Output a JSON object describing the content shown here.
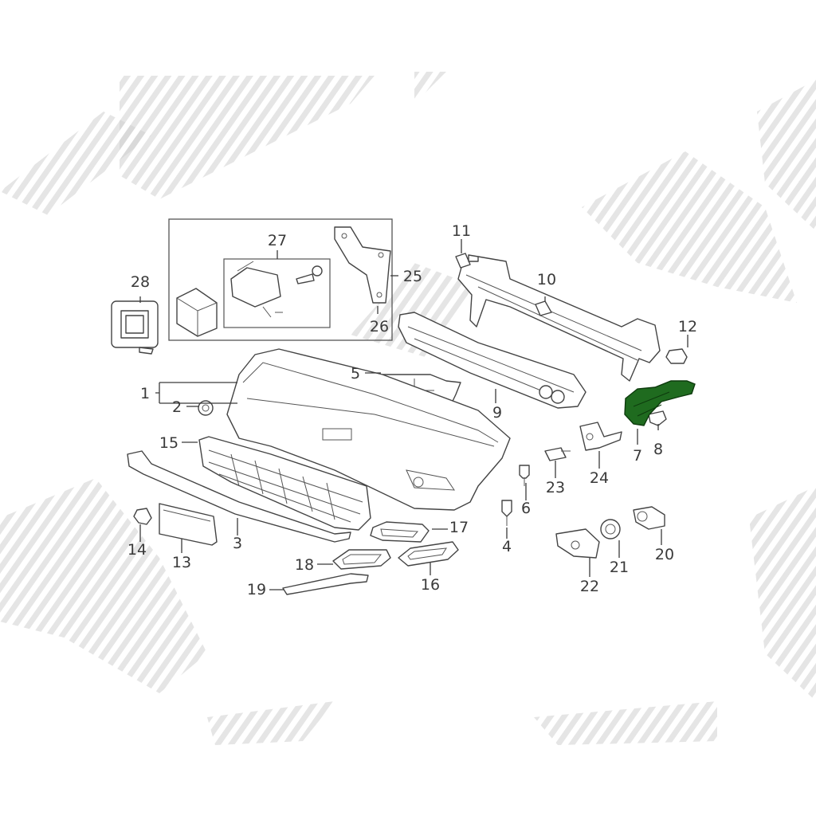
{
  "callouts": [
    {
      "label": "1"
    },
    {
      "label": "2"
    },
    {
      "label": "3"
    },
    {
      "label": "4"
    },
    {
      "label": "5"
    },
    {
      "label": "6"
    },
    {
      "label": "7"
    },
    {
      "label": "8"
    },
    {
      "label": "9"
    },
    {
      "label": "10"
    },
    {
      "label": "11"
    },
    {
      "label": "12"
    },
    {
      "label": "13"
    },
    {
      "label": "14"
    },
    {
      "label": "15"
    },
    {
      "label": "16"
    },
    {
      "label": "17"
    },
    {
      "label": "18"
    },
    {
      "label": "19"
    },
    {
      "label": "20"
    },
    {
      "label": "21"
    },
    {
      "label": "22"
    },
    {
      "label": "23"
    },
    {
      "label": "24"
    },
    {
      "label": "25"
    },
    {
      "label": "26"
    },
    {
      "label": "27"
    },
    {
      "label": "28"
    }
  ],
  "highlight": {
    "part_label": "7",
    "color": "#1f6b1f"
  },
  "watermark": {
    "color": "#d9d9d9"
  }
}
